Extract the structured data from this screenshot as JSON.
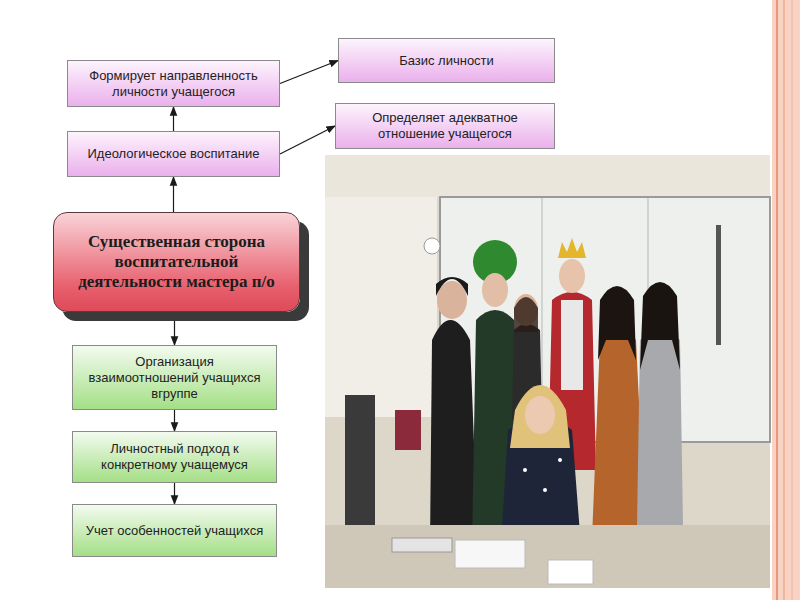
{
  "diagram": {
    "nodes": [
      {
        "text": [
          "Формирует направленность личности учащегося"
        ]
      },
      {
        "text": [
          "Базис личности"
        ]
      },
      {
        "text": [
          "Идеологическое воспитание"
        ]
      },
      {
        "text": [
          "Определяет адекватное отношение учащегося"
        ]
      },
      {
        "text": [
          "Существенная сторона воспитательной деятельности мастера п/о"
        ]
      },
      {
        "text": [
          "Организация взаимоотношений учащихся вгруппе"
        ]
      },
      {
        "text": [
          "Личностный подход к конкретному учащемуся"
        ]
      },
      {
        "text": [
          "Учет особенностей учащихся"
        ]
      }
    ],
    "edges": [
      {
        "from": 4,
        "to": 2,
        "arrow": "to"
      },
      {
        "from": 2,
        "to": 0,
        "arrow": "to"
      },
      {
        "from": 0,
        "to": 1,
        "arrow": "to"
      },
      {
        "from": 2,
        "to": 3,
        "arrow": "to"
      },
      {
        "from": 4,
        "to": 5,
        "arrow": "to"
      },
      {
        "from": 5,
        "to": 6,
        "arrow": "to"
      },
      {
        "from": 6,
        "to": 7,
        "arrow": "to"
      }
    ]
  }
}
